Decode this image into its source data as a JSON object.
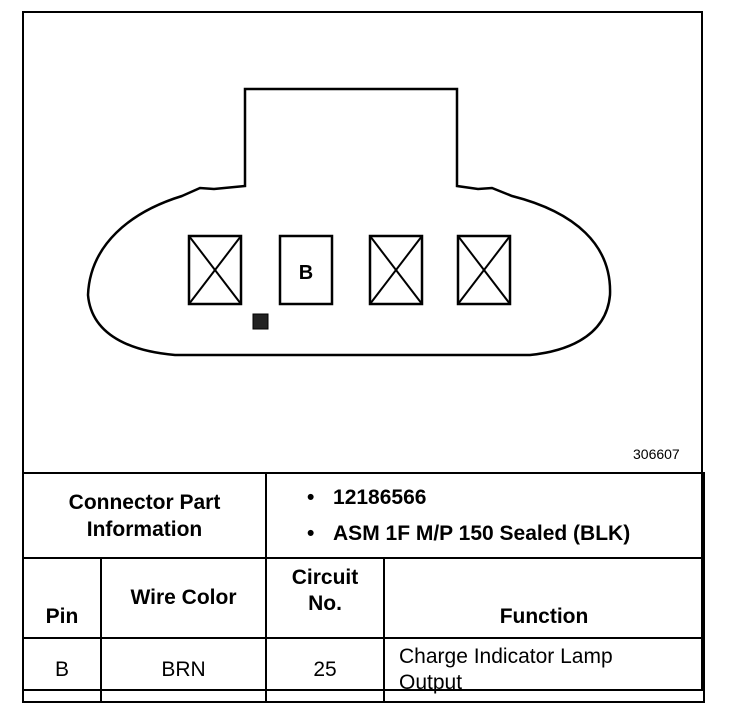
{
  "figure": {
    "id": "306607",
    "terminal_label": "B"
  },
  "connector_info": {
    "label": "Connector Part Information",
    "items": [
      "12186566",
      "ASM 1F M/P 150 Sealed (BLK)"
    ]
  },
  "pin_table": {
    "headers": {
      "pin": "Pin",
      "wire_color": "Wire Color",
      "circuit": "Circuit No.",
      "function": "Function"
    },
    "rows": [
      {
        "pin": "B",
        "wire_color": "BRN",
        "circuit": "25",
        "function": "Charge Indicator Lamp Output"
      }
    ]
  }
}
